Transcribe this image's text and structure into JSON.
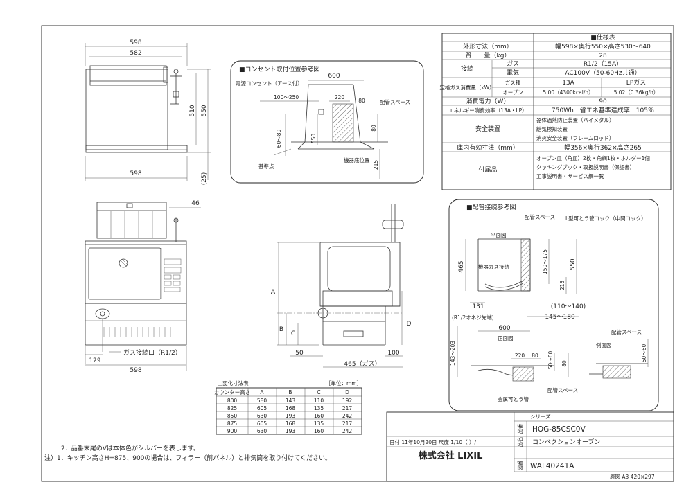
{
  "spec_table": {
    "title": "■仕様表",
    "rows": [
      {
        "label": "外形寸法（mm）",
        "value": "幅598×奥行550×高さ530～640"
      },
      {
        "label": "質　　量（kg）",
        "value": "28"
      },
      {
        "label": "接続",
        "sub": [
          {
            "sublabel": "ガス",
            "value": "R1/2（15A）"
          },
          {
            "sublabel": "電気",
            "value": "AC100V（50-60Hz共通）"
          }
        ]
      },
      {
        "label": "定格ガス消費量（kW）",
        "gas_types": [
          "13A",
          "LPガス"
        ],
        "sublabel_gas": "ガス種",
        "sublabel_oven": "オーブン",
        "values": [
          "5.00（4300kcal/h）",
          "5.02（0.36kg/h）"
        ]
      },
      {
        "label": "消費電力（W）",
        "value": "90"
      },
      {
        "label": "エネルギー消費効率（13A・LP）",
        "value": "750Wh　省エネ基準達成率　105％"
      },
      {
        "label": "安全装置",
        "lines": [
          "器体過熱防止装置（バイメタル）",
          "給気検知装置",
          "消火安全装置（フレームロッド）"
        ]
      },
      {
        "label": "庫内有効寸法（mm）",
        "value": "幅356×奥行362×高さ265"
      },
      {
        "label": "付属品",
        "lines": [
          "オーブン皿（角皿）2枚・角網1枚・ホルダー1個",
          "クッキングブック・取扱説明書（保証書）",
          "工事説明書・サービス網一覧"
        ]
      }
    ]
  },
  "outlet_panel": {
    "title": "■コンセント取付位置参考図",
    "labels": [
      "電源コンセント（アース付）",
      "配管スペース",
      "基準点",
      "機器底位置"
    ],
    "dims": [
      "600",
      "100～250",
      "220",
      "80",
      "60～80",
      "550",
      "80",
      "215"
    ]
  },
  "piping_panel": {
    "title": "■配管接続参考図",
    "labels": [
      "配管スペース",
      "L型可とう管コック（中間コック）",
      "平面図",
      "機器ガス接続",
      "正面図",
      "側面図",
      "配管スペース",
      "金属可とう管",
      "配管スペース"
    ],
    "dims": [
      "465",
      "150～175",
      "215",
      "550",
      "131",
      "(110～140)",
      "145～180",
      "600",
      "220",
      "80",
      "50～60",
      "80",
      "143～203",
      "50～60"
    ],
    "thread_note": "(R1/2オネジ先端)"
  },
  "front_view": {
    "dims": [
      "598",
      "582",
      "510",
      "550",
      "598",
      "(25)"
    ]
  },
  "front_elev": {
    "dims": [
      "46",
      "129",
      "598"
    ],
    "gas_label": "ガス接続口（R1/2）"
  },
  "side_view": {
    "dims": [
      "A",
      "B",
      "C",
      "D",
      "50",
      "100",
      "465（ガス）"
    ]
  },
  "change_table": {
    "title": "□変化寸法表",
    "unit": "［単位：mm］",
    "headers": [
      "カウンター高さ",
      "A",
      "B",
      "C",
      "D"
    ],
    "rows": [
      [
        "800",
        "580",
        "143",
        "110",
        "192"
      ],
      [
        "825",
        "605",
        "168",
        "135",
        "217"
      ],
      [
        "850",
        "630",
        "193",
        "160",
        "242"
      ],
      [
        "875",
        "605",
        "168",
        "135",
        "217"
      ],
      [
        "900",
        "630",
        "193",
        "160",
        "242"
      ]
    ]
  },
  "notes": {
    "note2": "2．品番末尾のVは本体色がシルバーを表します。",
    "note1": "注）1．キッチン高さH=875、900の場合は、フィラー（前パネル）と排気筒を取り付けてください。"
  },
  "title_block": {
    "series_label": "シリーズ：",
    "product_code": "HOG-85CSC0V",
    "product_name": "コンベクションオーブン",
    "date_row": "日付 11年10月20日 尺度 1/10（ ）/",
    "company": "株式会社 LIXIL",
    "drawing_no": "WAL40241A",
    "paper_size": "原図 A3 420×297",
    "side_tags": [
      "品番",
      "品名",
      "図番"
    ]
  }
}
